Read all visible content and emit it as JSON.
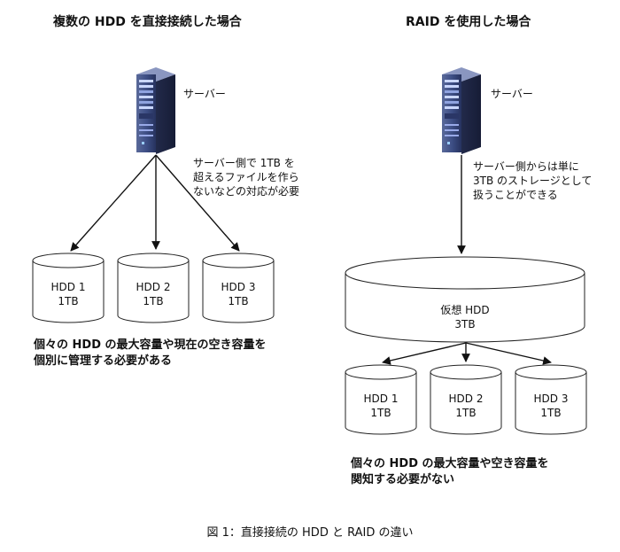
{
  "left": {
    "title": "複数の HDD を直接接続した場合",
    "server_label": "サーバー",
    "note_lines": [
      "サーバー側で 1TB を",
      "超えるファイルを作ら",
      "ないなどの対応が必要"
    ],
    "disks": [
      {
        "name": "HDD 1",
        "size": "1TB"
      },
      {
        "name": "HDD 2",
        "size": "1TB"
      },
      {
        "name": "HDD 3",
        "size": "1TB"
      }
    ],
    "bottom_lines": [
      "個々の HDD の最大容量や現在の空き容量を",
      "個別に管理する必要がある"
    ]
  },
  "right": {
    "title": "RAID を使用した場合",
    "server_label": "サーバー",
    "note_lines": [
      "サーバー側からは単に",
      "3TB のストレージとして",
      "扱うことができる"
    ],
    "virtual": {
      "name": "仮想 HDD",
      "size": "3TB"
    },
    "disks": [
      {
        "name": "HDD 1",
        "size": "1TB"
      },
      {
        "name": "HDD 2",
        "size": "1TB"
      },
      {
        "name": "HDD 3",
        "size": "1TB"
      }
    ],
    "bottom_lines": [
      "個々の HDD の最大容量や空き容量を",
      "関知する必要がない"
    ]
  },
  "caption": "図 1：直接接続の HDD と RAID の違い"
}
